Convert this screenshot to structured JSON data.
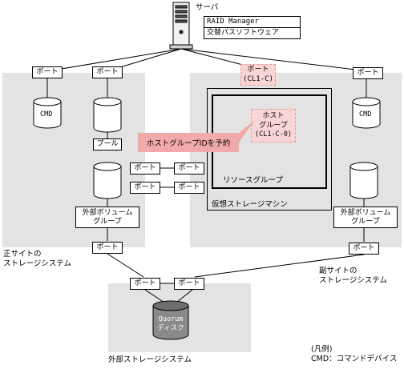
{
  "server": {
    "label": "サーバ",
    "software": [
      "RAID Manager",
      "交替パスソフトウェア"
    ]
  },
  "port_label": "ポート",
  "virtual_port": {
    "name": "ポート",
    "id": "(CL1-C)"
  },
  "host_group": {
    "line1": "ホスト",
    "line2": "グループ",
    "id": "(CL1-C-0)"
  },
  "callout": "ホストグループIDを予約",
  "resource_group": "リソースグループ",
  "virtual_machine": "仮想ストレージマシン",
  "cmd": "CMD",
  "pool": "プール",
  "external_volume_group": [
    "外部ボリューム",
    "グループ"
  ],
  "primary_site": [
    "正サイトの",
    "ストレージシステム"
  ],
  "secondary_site": [
    "副サイトの",
    "ストレージシステム"
  ],
  "quorum": [
    "Quorum",
    "ディスク"
  ],
  "external_storage": "外部ストレージシステム",
  "legend": {
    "title": "(凡例)",
    "cmd": "CMD：コマンドデバイス"
  },
  "colors": {
    "area": "#e3e3e3",
    "pink": "#f9d6d6",
    "callout": "#f2a9a9"
  }
}
